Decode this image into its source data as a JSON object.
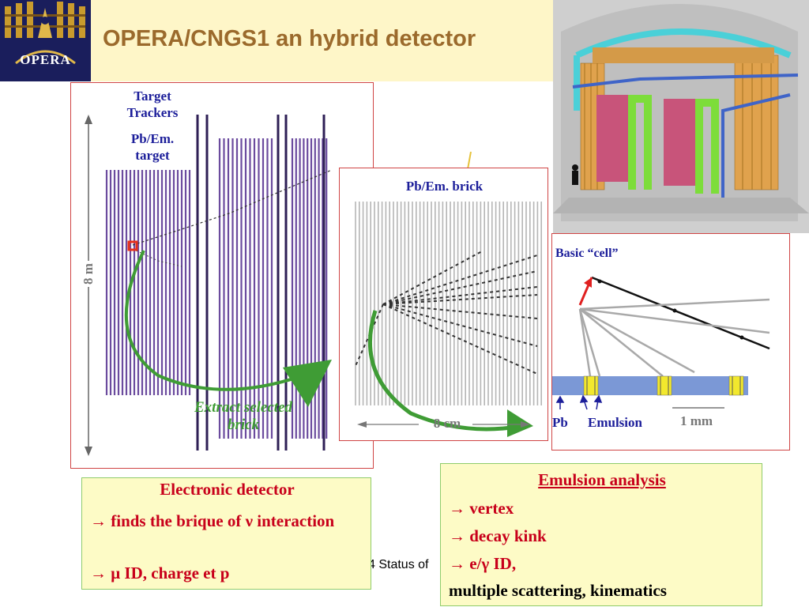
{
  "header": {
    "logo_text": "OPERA",
    "title": "OPERA/CNGS1 an hybrid detector"
  },
  "left_panel": {
    "label_target_trackers": "Target\nTrackers",
    "label_target": "Pb/Em.\ntarget",
    "dimension": "8 m",
    "extract_label": "Extract selected\nbrick"
  },
  "brick_panel": {
    "title": "Pb/Em. brick",
    "dimension": "8 cm"
  },
  "cell_panel": {
    "title": "Basic “cell”",
    "pb_label": "Pb",
    "emulsion_label": "Emulsion",
    "scale": "1 mm"
  },
  "electronic_box": {
    "title": "Electronic detector",
    "line1": "→ finds the brique of  ν interaction",
    "line2": "→ μ ID, charge et p"
  },
  "emulsion_box": {
    "title": "Emulsion analysis",
    "items": [
      "→ vertex",
      "→ decay kink",
      "→ e/γ ID,"
    ],
    "last_line": "multiple scattering, kinematics"
  },
  "footer_fragment": "4 Status of",
  "colors": {
    "header_bg": "#fef6c8",
    "title": "#9b6a2c",
    "blue_label": "#1c1e9a",
    "green_arrow": "#3f9c35",
    "red_text": "#c8001b",
    "purple_planes": "#6b4b9e"
  }
}
